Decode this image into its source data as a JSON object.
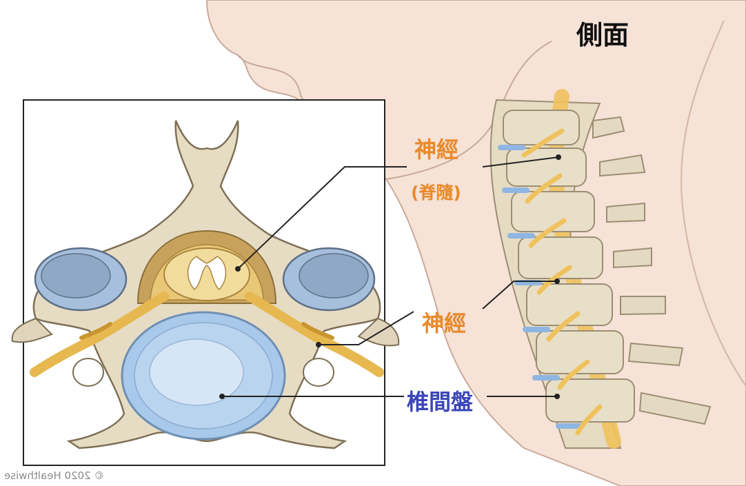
{
  "view_title": "側面",
  "labels": {
    "nerve_top": "神經",
    "spinal_cord": "(脊隨)",
    "nerve_mid": "神經",
    "disc": "椎間盤"
  },
  "copyright": "© 2020 Healthwise",
  "colors": {
    "label_orange": "#e8892a",
    "label_blue": "#3a45b8",
    "bone": "#e4dcc8",
    "nerve": "#efc25e",
    "disc": "#a9c9ea",
    "skin": "#f4ddd0"
  }
}
